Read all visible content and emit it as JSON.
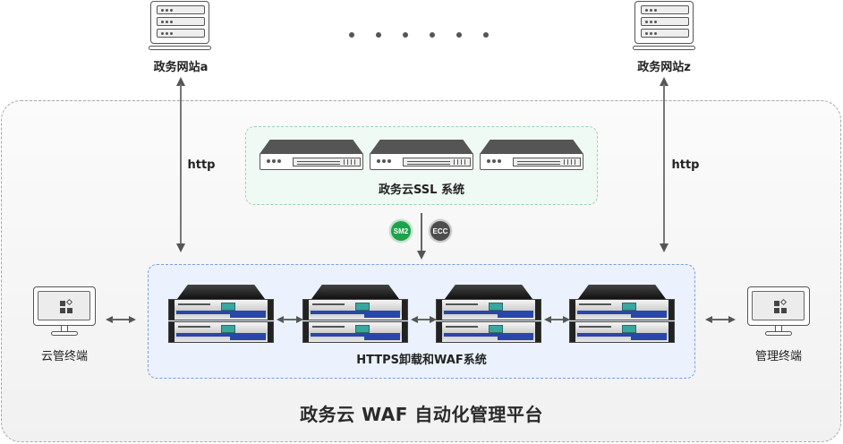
{
  "websites": {
    "left": {
      "label": "政务网站a",
      "icon": "server-icon"
    },
    "right": {
      "label": "政务网站z",
      "icon": "server-icon"
    },
    "ellipsis_dots": 6
  },
  "connections": {
    "left_protocol": "http",
    "right_protocol": "http"
  },
  "ssl_system": {
    "label": "政务云SSL 系统",
    "device_count": 3,
    "border_color": "#9fd2b4",
    "background_color": "#f0faf4"
  },
  "badges": [
    {
      "label": "SM2",
      "color": "#1ea24a",
      "icon": "certificate-badge-icon"
    },
    {
      "label": "ECC",
      "color": "#4d4d4d",
      "icon": "certificate-badge-icon"
    }
  ],
  "waf_system": {
    "label": "HTTPS卸载和WAF系统",
    "device_count": 4,
    "border_color": "#7c9fd4",
    "background_color": "#ebf2fd"
  },
  "terminals": {
    "left": {
      "label": "云管终端",
      "icon": "monitor-icon"
    },
    "right": {
      "label": "管理终端",
      "icon": "monitor-icon"
    }
  },
  "platform": {
    "title": "政务云 WAF 自动化管理平台"
  }
}
